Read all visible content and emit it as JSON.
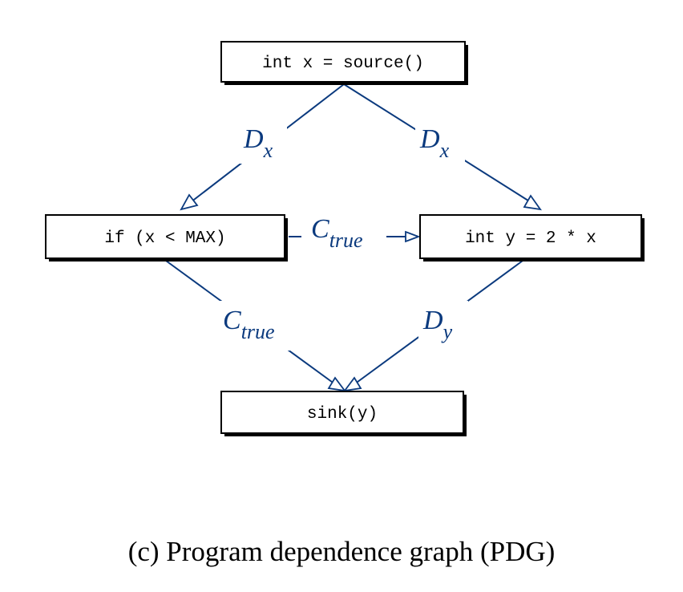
{
  "colors": {
    "edge": "#0b3a7e",
    "node_border": "#000000",
    "node_text": "#000000",
    "caption_text": "#000000"
  },
  "nodes": [
    {
      "id": "source",
      "label": "int x = source()"
    },
    {
      "id": "cond",
      "label": "if (x < MAX)"
    },
    {
      "id": "assign",
      "label": "int y = 2 * x"
    },
    {
      "id": "sink",
      "label": "sink(y)"
    }
  ],
  "edges": [
    {
      "from": "source",
      "to": "cond",
      "label": "D",
      "subscript": "x"
    },
    {
      "from": "source",
      "to": "assign",
      "label": "D",
      "subscript": "x"
    },
    {
      "from": "cond",
      "to": "assign",
      "label": "C",
      "subscript": "true"
    },
    {
      "from": "cond",
      "to": "sink",
      "label": "C",
      "subscript": "true"
    },
    {
      "from": "assign",
      "to": "sink",
      "label": "D",
      "subscript": "y"
    }
  ],
  "caption": "(c) Program dependence graph (PDG)"
}
